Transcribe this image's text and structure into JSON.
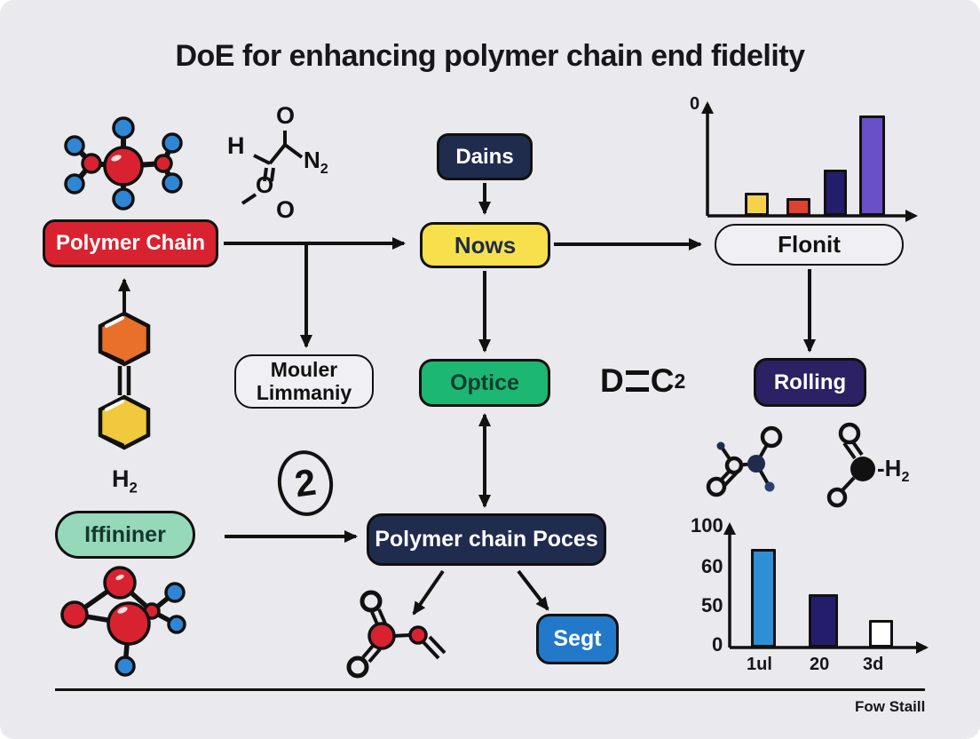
{
  "title": "DoE for enhancing polymer chain end fidelity",
  "nodes": {
    "polymer_chain": {
      "label": "Polymer Chain"
    },
    "dains": {
      "label": "Dains"
    },
    "nows": {
      "label": "Nows"
    },
    "flonit": {
      "label": "Flonit"
    },
    "mouler": {
      "line1": "Mouler",
      "line2": "Limmaniy"
    },
    "optice": {
      "label": "Optice"
    },
    "rolling": {
      "label": "Rolling"
    },
    "iffininer": {
      "label": "Iffininer"
    },
    "poces": {
      "label": "Polymer chain Poces"
    },
    "segt": {
      "label": "Segt"
    }
  },
  "colors": {
    "background": "#e9e9ee",
    "red": "#d92230",
    "navy": "#1f2c4e",
    "yellow": "#f7e04b",
    "green": "#1cb873",
    "indigo": "#2b2164",
    "mint": "#95d9ba",
    "blue": "#2379c9",
    "white_box": "#f0f0f4",
    "outline": "#111111",
    "white_text": "#ffffff",
    "navy_text": "#1e2b4a",
    "green_text": "#123c2e",
    "mint_text": "#16372c"
  },
  "annotations": {
    "h2": {
      "main": "H",
      "sub": "2"
    },
    "step_circle": "2",
    "bond_symbol": {
      "left": "D",
      "right": "C",
      "sub": "2"
    },
    "h2_side": {
      "main": "-H",
      "sub": "2"
    },
    "footer": "Fow Staill"
  },
  "formula_top": {
    "h": "H",
    "o_top": "O",
    "n": "N",
    "n_sub": "2",
    "o_mid": "O",
    "o_bottom": "O"
  },
  "chart_data": [
    {
      "type": "bar",
      "position": "top-right-above-flonit",
      "categories": [
        "",
        "",
        "",
        ""
      ],
      "values": [
        20,
        16,
        41,
        88
      ],
      "bar_colors": [
        "#f6d24c",
        "#df4031",
        "#241d6b",
        "#6950c8"
      ],
      "y_tick_labels": [
        "0"
      ],
      "x_tick_labels": [],
      "ylim": [
        0,
        100
      ],
      "grid": false,
      "legend": "none"
    },
    {
      "type": "bar",
      "position": "bottom-right",
      "categories": [
        "1ul",
        "20",
        "3d"
      ],
      "values": [
        85,
        46,
        24
      ],
      "bar_colors": [
        "#2e8fd6",
        "#241d6b",
        "#ffffff"
      ],
      "y_tick_labels": [
        "100",
        "60",
        "50",
        "0"
      ],
      "x_tick_labels": [
        "1ul",
        "20",
        "3d"
      ],
      "ylim": [
        0,
        100
      ],
      "grid": false,
      "legend": "none"
    }
  ]
}
